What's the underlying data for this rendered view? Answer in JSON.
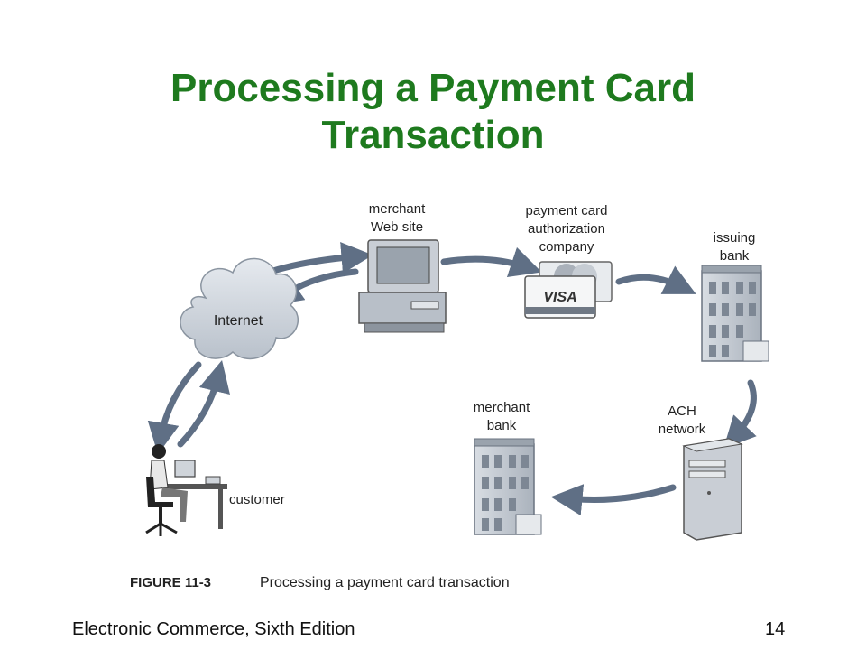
{
  "title": {
    "line1": "Processing a Payment Card",
    "line2": "Transaction"
  },
  "nodes": {
    "merchant_web_site": [
      "merchant",
      "Web site"
    ],
    "payment_card_company": [
      "payment card",
      "authorization",
      "company"
    ],
    "issuing_bank": [
      "issuing",
      "bank"
    ],
    "internet": "Internet",
    "ach_network": [
      "ACH",
      "network"
    ],
    "merchant_bank": [
      "merchant",
      "bank"
    ],
    "customer": "customer"
  },
  "card_logo": "VISA",
  "figure": {
    "number": "FIGURE 11-3",
    "caption": "Processing a payment card transaction"
  },
  "footer": {
    "source": "Electronic Commerce, Sixth Edition",
    "page": "14"
  },
  "colors": {
    "title": "#1e7a1e",
    "arrow": "#5f6f85"
  }
}
